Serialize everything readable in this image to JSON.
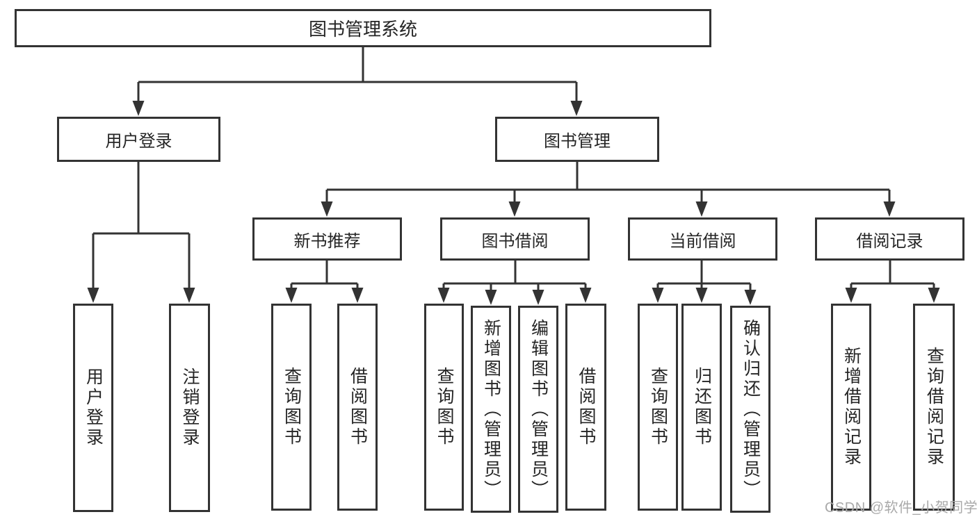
{
  "diagram": {
    "title": "图书管理系统",
    "nodes": {
      "root": "图书管理系统",
      "user_login": "用户登录",
      "book_mgmt": "图书管理",
      "new_book_rec": "新书推荐",
      "book_borrow": "图书借阅",
      "current_borrow": "当前借阅",
      "borrow_record": "借阅记录",
      "leaf_user_login": "用户登录",
      "leaf_logout": "注销登录",
      "leaf_nb_query": "查询图书",
      "leaf_nb_borrow": "借阅图书",
      "leaf_bb_query": "查询图书",
      "leaf_bb_add": "新增图书（管理员）",
      "leaf_bb_edit": "编辑图书（管理员）",
      "leaf_bb_borrow": "借阅图书",
      "leaf_cb_query": "查询图书",
      "leaf_cb_return": "归还图书",
      "leaf_cb_confirm": "确认归还（管理员）",
      "leaf_br_add": "新增借阅记录",
      "leaf_br_query": "查询借阅记录"
    },
    "watermark": "CSDN @软件_小贺同学",
    "colors": {
      "line": "#333333",
      "text": "#252525",
      "watermark": "#a9a9a9",
      "background": "#ffffff"
    }
  }
}
